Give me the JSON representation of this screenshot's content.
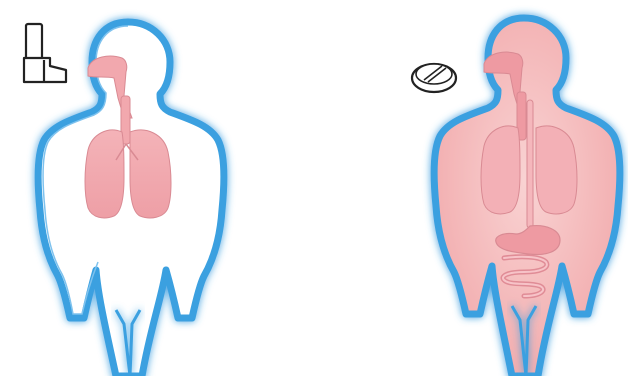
{
  "figure": {
    "panels": [
      {
        "id": "inhaled",
        "delivery_icon": "inhaler-icon",
        "organs_highlighted": [
          "airway",
          "lungs"
        ]
      },
      {
        "id": "oral",
        "delivery_icon": "pill-icon",
        "organs_highlighted": [
          "whole-body",
          "airway",
          "lungs",
          "stomach",
          "intestines"
        ]
      }
    ],
    "colors": {
      "outline_glow": "#3aa0e0",
      "organ_fill": "#f2a8ae",
      "organ_stroke": "#d98a93",
      "body_fill_systemic": "#f7c4c4",
      "background": "#ffffff",
      "icon_stroke": "#222222"
    }
  }
}
